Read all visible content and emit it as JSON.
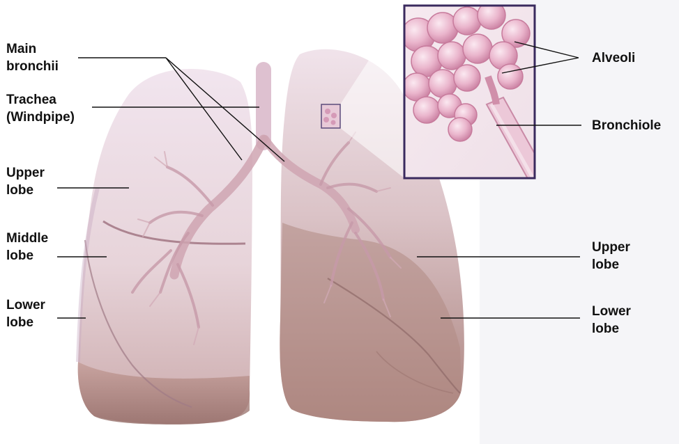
{
  "labels": {
    "main_bronchii": "Main\nbronchii",
    "trachea": "Trachea\n(Windpipe)",
    "upper_lobe_right_lung": "Upper\nlobe",
    "middle_lobe": "Middle\nlobe",
    "lower_lobe_right_lung": "Lower\nlobe",
    "alveoli": "Alveoli",
    "bronchiole": "Bronchiole",
    "upper_lobe_left_lung": "Upper\nlobe",
    "lower_lobe_left_lung": "Lower\nlobe"
  },
  "colors": {
    "lung_light": "#ecdde6",
    "lung_dark": "#b89088",
    "airway": "#cfa5b2",
    "alveolus": "#e6a9c3",
    "leader_line": "#111111",
    "text": "#111111",
    "panel_background": "#f5f5f8",
    "inset_border": "#3a2a5e"
  }
}
